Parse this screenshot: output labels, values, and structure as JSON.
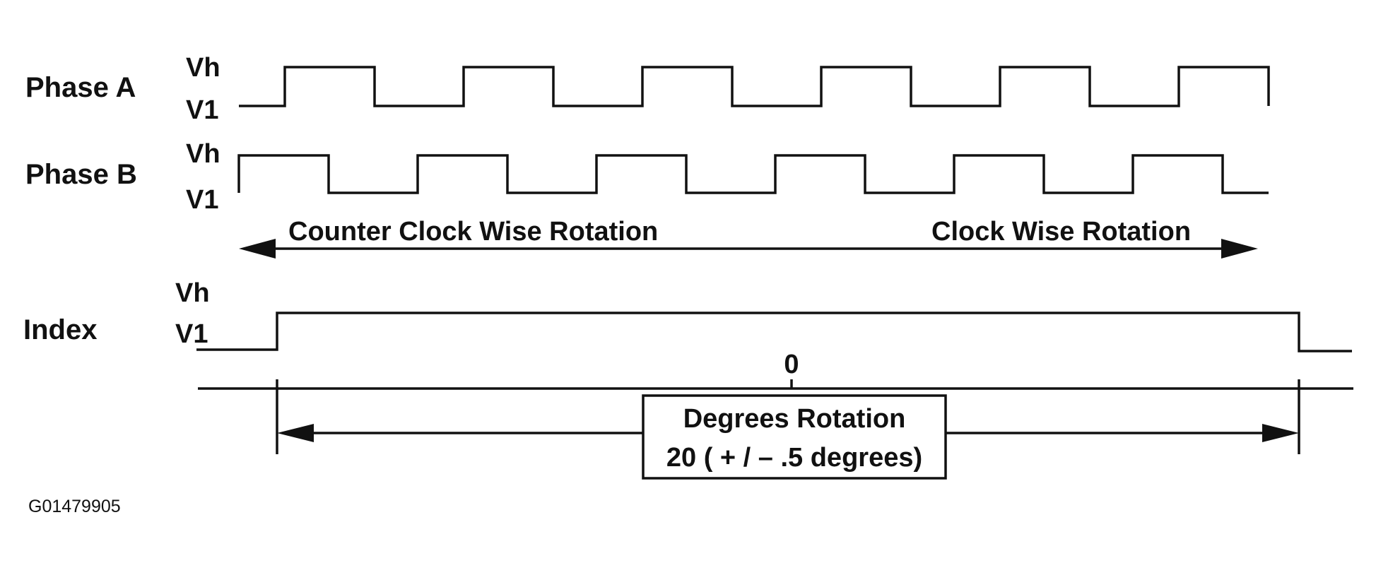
{
  "signals": {
    "phase_a": {
      "name": "Phase A",
      "high_label": "Vh",
      "low_label": "V1"
    },
    "phase_b": {
      "name": "Phase B",
      "high_label": "Vh",
      "low_label": "V1"
    },
    "index": {
      "name": "Index",
      "high_label": "Vh",
      "low_label": "V1"
    }
  },
  "rotation": {
    "counter_clockwise": "Counter Clock Wise Rotation",
    "clockwise": "Clock Wise Rotation"
  },
  "degrees": {
    "zero_label": "0",
    "box_line1": "Degrees Rotation",
    "box_line2": "20 ( + / – .5 degrees)"
  },
  "figure_id": "G01479905"
}
